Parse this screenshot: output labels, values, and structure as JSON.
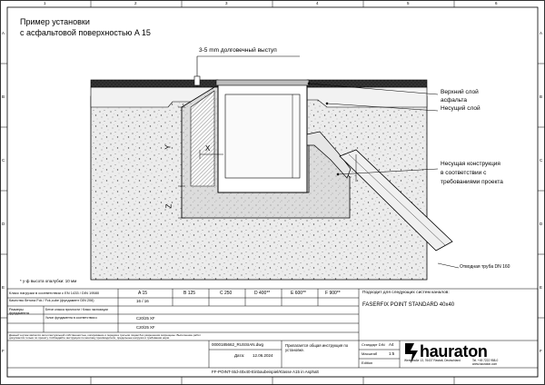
{
  "title": {
    "line1": "Пример установки",
    "line2": "с асфальтовой поверхностью A 15"
  },
  "callouts": {
    "top": "3-5 mm долговечный выступ",
    "upper_layer_1": "Верхний слой",
    "upper_layer_2": "асфальта",
    "base_layer": "Несущий слой",
    "bearing_1": "Несущая конструкция",
    "bearing_2": "в соответствии с",
    "bearing_3": "требованиями проекта",
    "pipe": "Отводная труба DN 160"
  },
  "dimensions": {
    "x": "X",
    "y": "Y",
    "z": "Z"
  },
  "footnote": "* y-ф высота опалубки: 10 мм",
  "grid": {
    "top": [
      "1",
      "2",
      "3",
      "4",
      "5",
      "6"
    ],
    "side": [
      "A",
      "B",
      "C",
      "D",
      "E",
      "F"
    ]
  },
  "table": {
    "class_label": "Класс нагрузки в соответствии с EN 1433 / DIN 19580",
    "classes": [
      "A 15",
      "B 125",
      "C 250",
      "D 400**",
      "E 600**",
      "F 900**"
    ],
    "concrete_label": "Качество бетона Fck / Fck,cube (фундамент DIN 206)",
    "concrete_value": "16 / 16",
    "dims_label": "Размеры фундамента",
    "row_xy": "Бетон класса прочности / Класс экспозиции",
    "row_z": "Уклон фундамента в соответствии с",
    "value_1": "C20/25 XF",
    "value_2": "C20/25 XF",
    "product_header": "Подходит для следующих систем каналов:",
    "product_name": "FASERFIX POINT STANDARD 40x40",
    "disclaimer": "Данный чертеж является интеллектуальной собственностью, копирование и передача третьим лицам без разрешения запрещены. Выполнение работ допускается только по проекту. Соблюдайте инструкции по монтажу производителя, предельные нагрузки и требования норм.",
    "file": "0000185662_RUSSIAN.dwg",
    "date_label": "Дата:",
    "date": "12.06.2024",
    "note": "Прилагается общая инструкция по установке.",
    "std_label": "Стандарт DIN",
    "std_value": "A4",
    "scale_label": "Масштаб",
    "scale_value": "1:5",
    "sheet_label": "Edition",
    "caption": "FF-POINT-Std-40x40-Einbaubeispiel/Klasse A15 in Asphalt"
  },
  "brand": {
    "name": "hauraton",
    "address": "Werkstraße 13, 76437 Rastatt, Deutschland",
    "phone": "Tel. +49 7222 958-0",
    "web": "www.hauraton.com"
  }
}
